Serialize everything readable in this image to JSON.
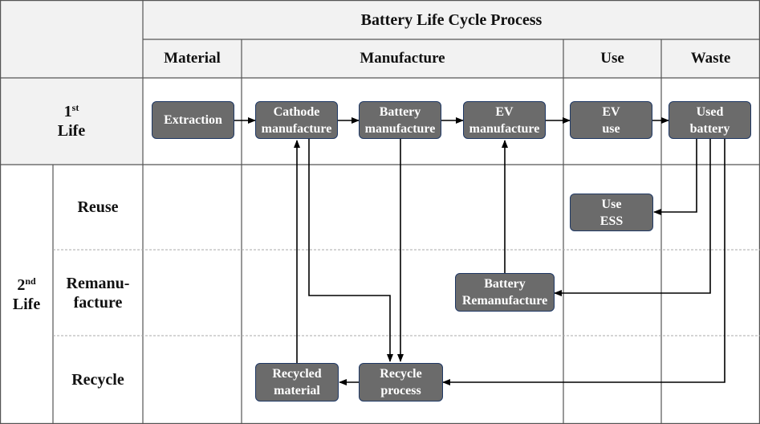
{
  "header": {
    "title": "Battery Life Cycle Process",
    "stages": [
      "Material",
      "Manufacture",
      "Use",
      "Waste"
    ]
  },
  "rows": {
    "first_life": {
      "number": "1",
      "suffix": "st",
      "label": "Life"
    },
    "second_life": {
      "number": "2",
      "suffix": "nd",
      "label": "Life"
    },
    "reuse": "Reuse",
    "remanufacture": [
      "Remanu-",
      "facture"
    ],
    "recycle": "Recycle"
  },
  "nodes": {
    "extraction": [
      "Extraction"
    ],
    "cathode": [
      "Cathode",
      "manufacture"
    ],
    "battery_mfg": [
      "Battery",
      "manufacture"
    ],
    "ev_mfg": [
      "EV",
      "manufacture"
    ],
    "ev_use": [
      "EV",
      "use"
    ],
    "used_battery": [
      "Used",
      "battery"
    ],
    "use_ess": [
      "Use",
      "ESS"
    ],
    "battery_reman": [
      "Battery",
      "Remanufacture"
    ],
    "recycled_material": [
      "Recycled",
      "material"
    ],
    "recycle_process": [
      "Recycle",
      "process"
    ]
  },
  "colors": {
    "node_fill": "#6b6b6b",
    "node_border": "#1f3864",
    "header_shade": "#f2f2f2",
    "grid_line": "#555555",
    "arrow": "#000000"
  }
}
